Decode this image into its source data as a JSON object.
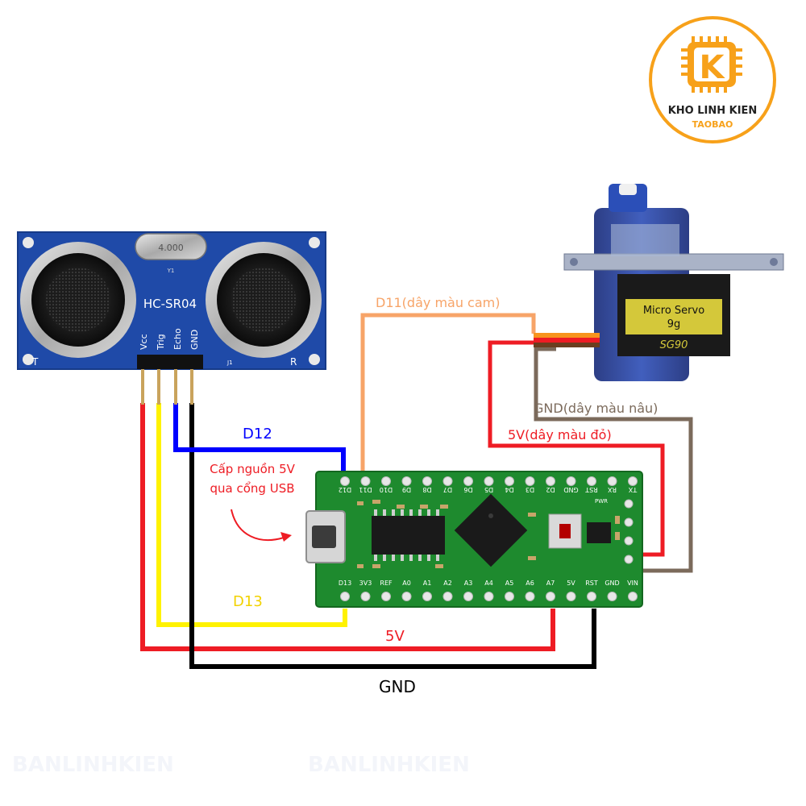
{
  "logo": {
    "brand": "KHO LINH KIEN",
    "sub": "TAOBAO",
    "letter": "K",
    "color": "#f7a11a"
  },
  "sensor": {
    "model": "HC-SR04",
    "crystal": "4.000",
    "crystal_ref": "Y1",
    "header_ref": "J1",
    "left_label": "T",
    "right_label": "R",
    "pins": [
      "Vcc",
      "Trig",
      "Echo",
      "GND"
    ]
  },
  "servo": {
    "line1": "Micro Servo",
    "line2": "9g",
    "line3": "SG90"
  },
  "board": {
    "top_pins": [
      "D12",
      "D11",
      "D10",
      "D9",
      "D8",
      "D7",
      "D6",
      "D5",
      "D4",
      "D3",
      "D2",
      "GND",
      "RST",
      "RX",
      "TX"
    ],
    "bottom_pins": [
      "D13",
      "3V3",
      "REF",
      "A0",
      "A1",
      "A2",
      "A3",
      "A4",
      "A5",
      "A6",
      "A7",
      "5V",
      "RST",
      "GND",
      "VIN"
    ],
    "pwr_label": "PWR"
  },
  "labels": {
    "d11": "D11(dây màu cam)",
    "servo_gnd": "GND(dây màu nâu)",
    "servo_5v": "5V(dây màu đỏ)",
    "d12": "D12",
    "usb_line1": "Cấp nguồn 5V",
    "usb_line2": "qua cổng USB",
    "d13": "D13",
    "bottom_5v": "5V",
    "bottom_gnd": "GND"
  },
  "wire_colors": {
    "red": "#ee1c24",
    "yellow": "#fff200",
    "black": "#000000",
    "blue": "#0000ff",
    "orange": "#f7a468",
    "brown": "#7b6a5b"
  },
  "watermarks": [
    "BANLINHKIEN",
    "BANLINHKIEN"
  ]
}
